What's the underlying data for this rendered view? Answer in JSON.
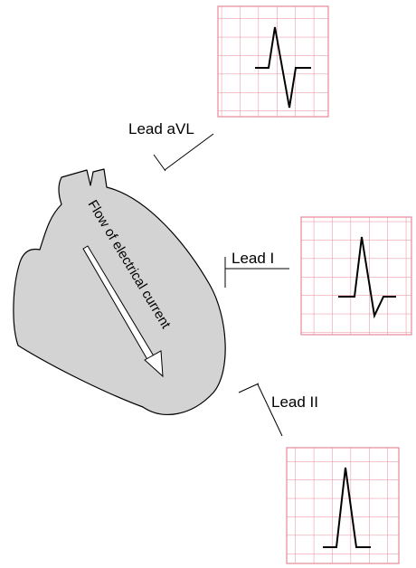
{
  "labels": {
    "lead_avl": "Lead aVL",
    "lead_i": "Lead I",
    "lead_ii": "Lead II",
    "flow": "Flow of electrical current"
  },
  "colors": {
    "grid": "#e8889a",
    "heart_fill": "#d3d3d3",
    "stroke": "#000000",
    "arrow_fill": "#ffffff"
  }
}
